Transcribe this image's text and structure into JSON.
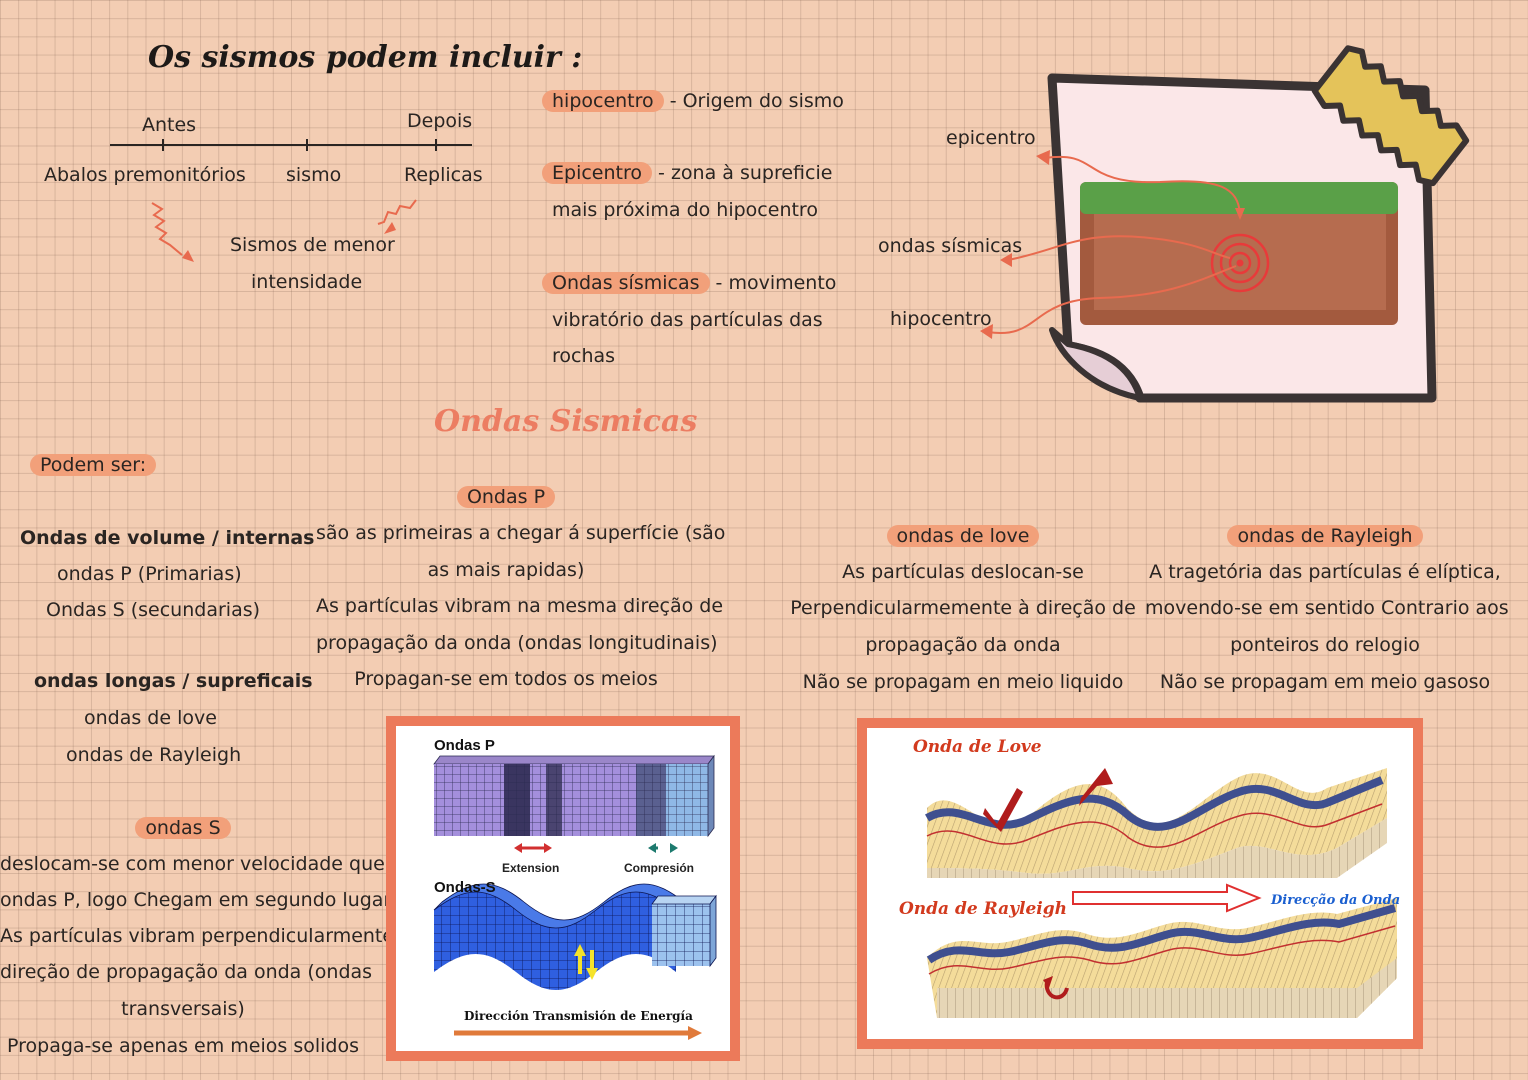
{
  "title": "Os sismos podem incluir :",
  "timeline": {
    "before": "Antes",
    "after": "Depois",
    "foreshocks": "Abalos premonitórios",
    "quake": "sismo",
    "aftershocks": "Replicas",
    "lesser_1": "Sismos de menor",
    "lesser_2": "intensidade"
  },
  "definitions": {
    "hypo_term": "hipocentro",
    "hypo_def": "- Origem do sismo",
    "epi_term": "Epicentro",
    "epi_def_1": "- zona à supreficie",
    "epi_def_2": "mais próxima do hipocentro",
    "waves_term": "Ondas sísmicas",
    "waves_def_1": "- movimento",
    "waves_def_2": "vibratório das partículas das",
    "waves_def_3": "rochas"
  },
  "diagram": {
    "epicentro": "epicentro",
    "ondas": "ondas sísmicas",
    "hipocentro": "hipocentro"
  },
  "section_title": "Ondas Sismicas",
  "types": {
    "heading": "Podem ser:",
    "body_title": "Ondas de volume / internas",
    "body_1": "ondas P (Primarias)",
    "body_2": "Ondas S (secundarias)",
    "surface_title": "ondas longas / supreficais",
    "surface_1": "ondas de love",
    "surface_2": "ondas de Rayleigh"
  },
  "s_waves": {
    "heading": "ondas S",
    "lines": [
      "deslocam-se com menor velocidade que as",
      "ondas P, logo Chegam em segundo lugar",
      "As partículas vibram perpendicularmente à .",
      "direção de propagação da onda (ondas",
      "transversais)",
      "Propaga-se apenas em meios solidos"
    ]
  },
  "p_waves": {
    "heading": "Ondas P",
    "lines": [
      "são as primeiras a chegar á superfície (são",
      "as mais rapidas)",
      "As partículas vibram na mesma direção de",
      "propagação da onda (ondas longitudinais)",
      "Propagan-se em todos os meios"
    ]
  },
  "love": {
    "heading": "ondas de love",
    "lines": [
      "As partículas deslocan-se",
      "Perpendicularmemente à direção de",
      "propagação da onda",
      "Não se propagam en meio liquido"
    ]
  },
  "rayleigh": {
    "heading": "ondas de Rayleigh",
    "lines": [
      "A tragetória das partículas é elíptica,",
      "movendo-se em sentido Contrario aos",
      "ponteiros do relogio",
      "Não se propagam em meio gasoso"
    ]
  },
  "fig_ps": {
    "p_label": "Ondas P",
    "extension": "Extension",
    "compression": "Compresión",
    "s_label": "Ondas-S",
    "direction": "Dirección Transmisión de Energía"
  },
  "fig_lr": {
    "love_label": "Onda de Love",
    "rayleigh_label": "Onda de Rayleigh",
    "direction": "Direcção da Onda"
  }
}
